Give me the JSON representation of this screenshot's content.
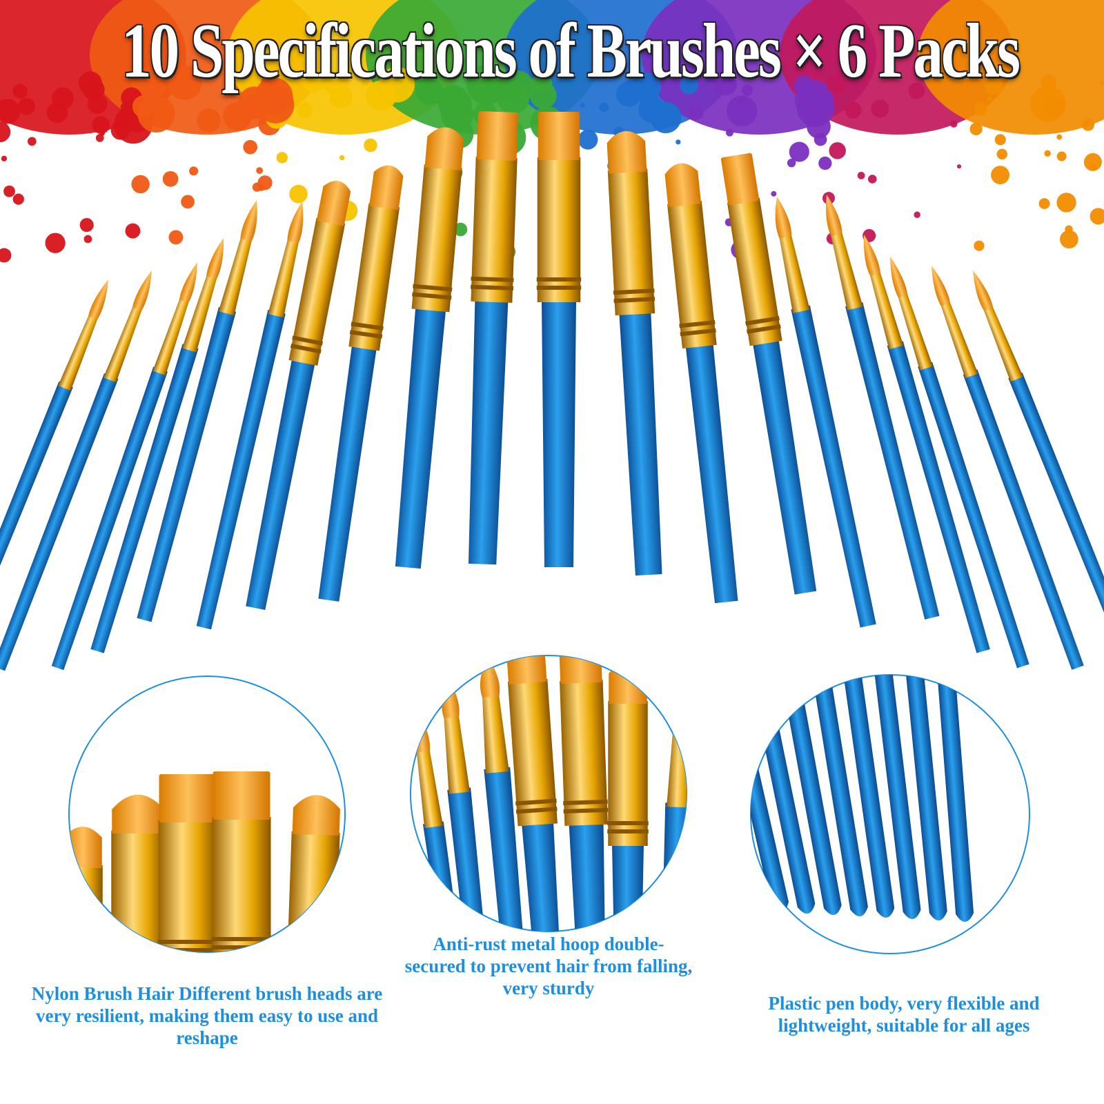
{
  "headline": "10 Specifications of Brushes × 6 Packs",
  "captions": [
    "Nylon Brush Hair Different brush heads are very resilient, making them easy to use and reshape",
    "Anti-rust metal hoop double-secured to prevent hair from falling, very sturdy",
    "Plastic pen body, very flexible and lightweight, suitable for all ages"
  ],
  "colors": {
    "handle": "#1f7fd0",
    "ferrule": "#e0a300",
    "bristle": "#f3a21c",
    "caption": "#1d8fe0"
  }
}
